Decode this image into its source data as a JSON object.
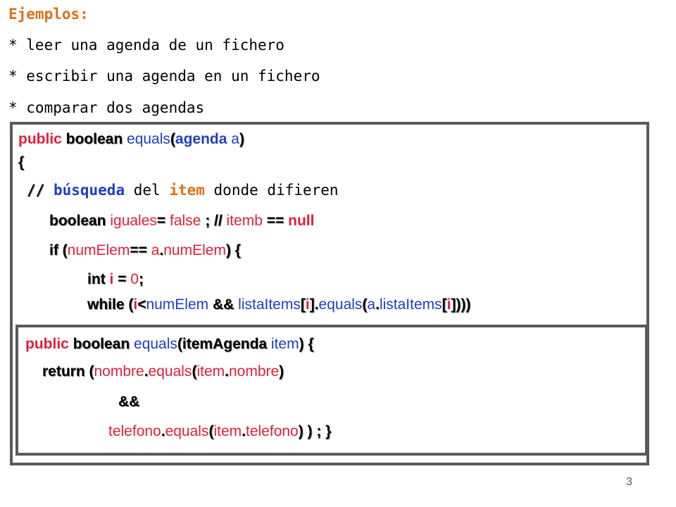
{
  "slide": {
    "title": "Ejemplos:",
    "bullets": [
      "* leer una agenda de un fichero",
      "* escribir una agenda en un fichero",
      "* comparar dos agendas",
      "*"
    ],
    "page_number": "3"
  },
  "box_agenda": {
    "l1": {
      "a": "public",
      "b": " boolean",
      "c": " equals",
      "d": "(",
      "e": "agenda",
      "f": " a",
      "g": ")"
    },
    "l2": {
      "a": "{"
    },
    "l3": {
      "a": "//",
      "b": " búsqueda",
      "c": " del ",
      "d": "item",
      "e": " donde difieren"
    },
    "l4": {
      "a": "boolean",
      "b": " iguales",
      "c": "=",
      "d": " false ",
      "e": ";",
      "f": " //",
      "g": " itemb ",
      "h": "==",
      "i": " null"
    },
    "l5": {
      "a": "if (",
      "b": "numElem",
      "c": "==",
      "d": " a",
      "e": ".",
      "f": "numElem",
      "g": ")",
      "h": "  {"
    },
    "l6": {
      "a": "int",
      "b": " i ",
      "c": "=",
      "d": " 0",
      "e": ";"
    },
    "l7": {
      "a": "while (",
      "b": "i",
      "c": "<",
      "d": "numElem ",
      "e": "&&",
      "f": " listaItems",
      "g": "[",
      "h": "i",
      "i": "].",
      "j": "equals",
      "k": "(",
      "l": "a",
      "m": ".",
      "n": "listaItems",
      "o": "[",
      "p": "i",
      "q": "])))"
    }
  },
  "box_item": {
    "l1": {
      "a": "public",
      "b": " boolean",
      "c": " equals",
      "d": "(",
      "e": "itemAgenda",
      "f": " item",
      "g": ")",
      "h": "  {"
    },
    "l2": {
      "a": "return (",
      "b": "nombre",
      "c": ".",
      "d": "equals",
      "e": "(",
      "f": "item",
      "g": ".",
      "h": "nombre",
      "i": ")"
    },
    "l3": {
      "a": "&&"
    },
    "l4": {
      "a": "telefono",
      "b": ".",
      "c": "equals",
      "d": "(",
      "e": "item",
      "f": ".",
      "g": "telefono",
      "h": ") ) ;",
      "i": "   }"
    }
  }
}
